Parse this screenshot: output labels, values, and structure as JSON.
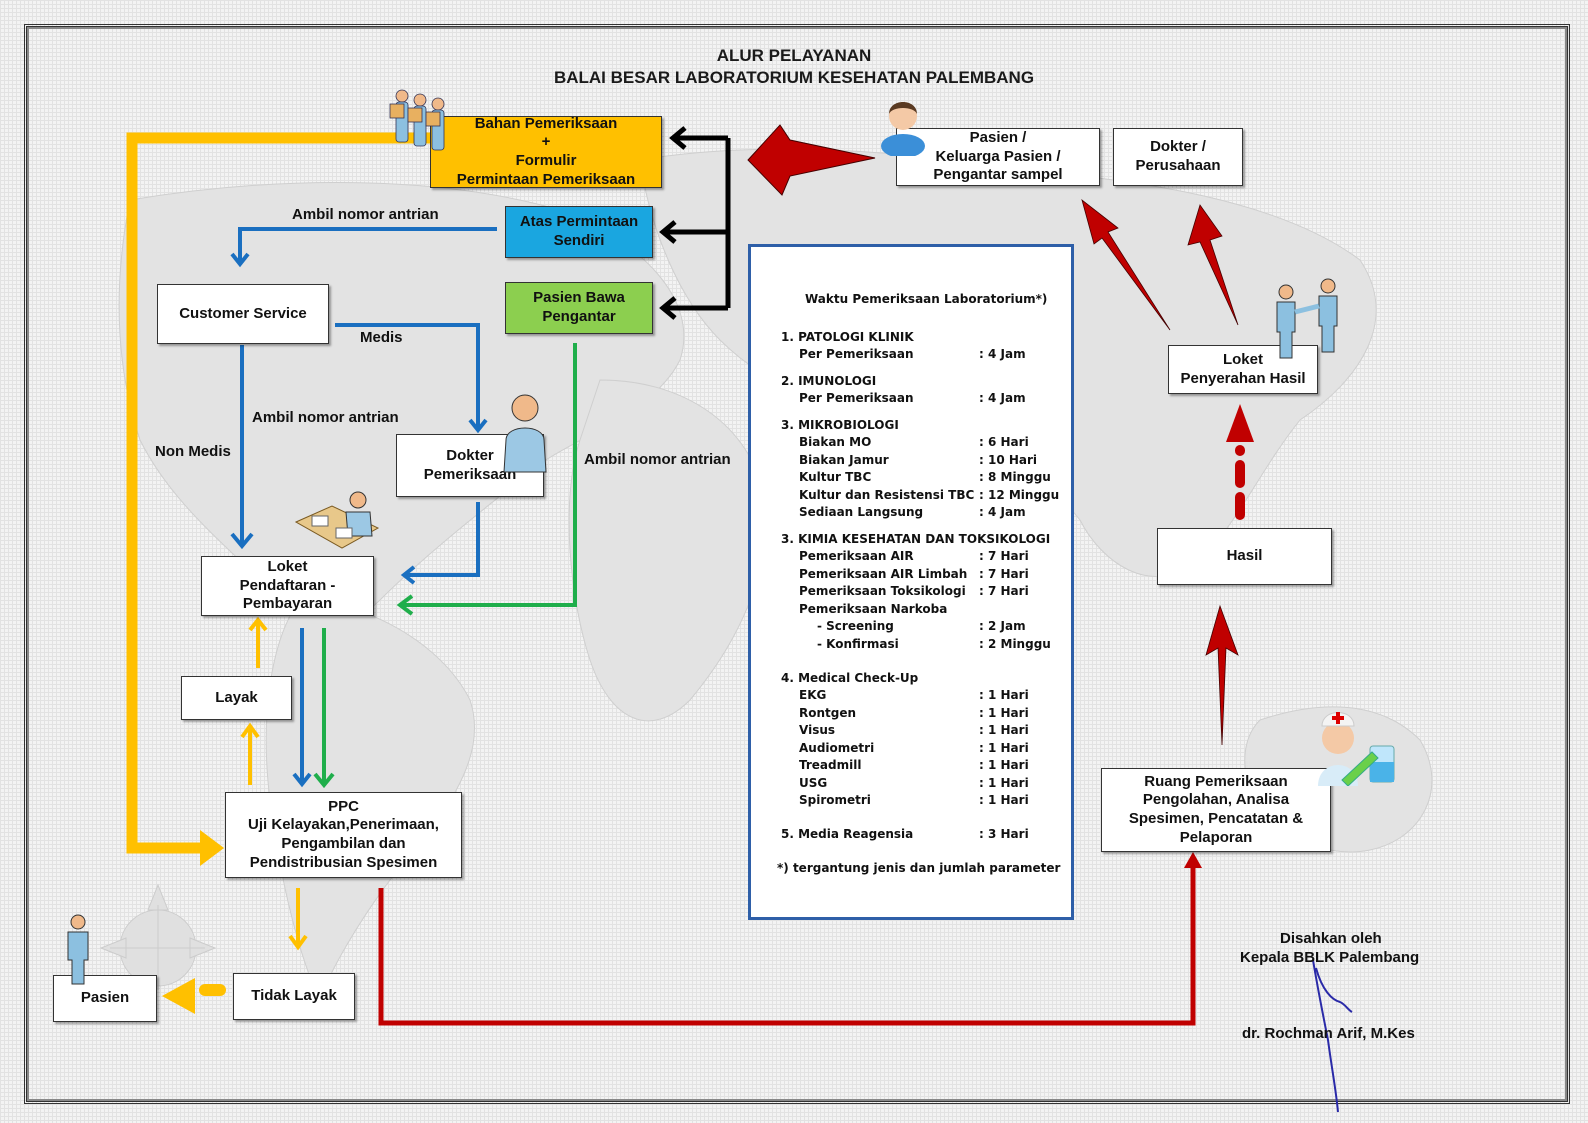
{
  "title": {
    "line1": "ALUR PELAYANAN",
    "line2": "BALAI BESAR LABORATORIUM KESEHATAN PALEMBANG"
  },
  "nodes": {
    "bahan": [
      "Bahan Pemeriksaan",
      "+",
      "Formulir",
      "Permintaan Pemeriksaan"
    ],
    "pasien_keluarga": [
      "Pasien /",
      "Keluarga Pasien /",
      "Pengantar sampel"
    ],
    "dokter_perusahaan": [
      "Dokter /",
      "Perusahaan"
    ],
    "atas_permintaan": [
      "Atas Permintaan",
      "Sendiri"
    ],
    "pasien_bawa": [
      "Pasien Bawa",
      "Pengantar"
    ],
    "customer_service": "Customer Service",
    "dokter_pemeriksaan": [
      "Dokter",
      "Pemeriksaan"
    ],
    "loket_pendaftaran": [
      "Loket",
      "Pendaftaran -",
      "Pembayaran"
    ],
    "layak": "Layak",
    "ppc": [
      "PPC",
      "Uji Kelayakan,Penerimaan,",
      "Pengambilan dan",
      "Pendistribusian Spesimen"
    ],
    "pasien": "Pasien",
    "tidak_layak": "Tidak Layak",
    "loket_penyerahan": [
      "Loket",
      "Penyerahan Hasil"
    ],
    "hasil": "Hasil",
    "ruang_pemeriksaan": [
      "Ruang Pemeriksaan",
      "Pengolahan, Analisa",
      "Spesimen, Pencatatan &",
      "Pelaporan"
    ]
  },
  "edge_labels": {
    "ambil_top": "Ambil nomor antrian",
    "medis": "Medis",
    "ambil_mid": "Ambil nomor antrian",
    "non_medis": "Non Medis",
    "ambil_right": "Ambil nomor antrian"
  },
  "panel": {
    "heading": "Waktu Pemeriksaan Laboratorium*)",
    "sections": [
      {
        "title": "1.  PATOLOGI KLINIK",
        "items": [
          {
            "name": "Per Pemeriksaan",
            "time": ": 4 Jam"
          }
        ]
      },
      {
        "title": "2.  IMUNOLOGI",
        "items": [
          {
            "name": "Per Pemeriksaan",
            "time": ": 4 Jam"
          }
        ]
      },
      {
        "title": "3.  MIKROBIOLOGI",
        "items": [
          {
            "name": "Biakan MO",
            "time": ": 6 Hari"
          },
          {
            "name": "Biakan Jamur",
            "time": ": 10 Hari"
          },
          {
            "name": "Kultur TBC",
            "time": ": 8 Minggu"
          },
          {
            "name": "Kultur dan Resistensi TBC",
            "time": ": 12 Minggu"
          },
          {
            "name": "Sediaan Langsung",
            "time": ": 4 Jam"
          }
        ]
      },
      {
        "title": "3.  KIMIA KESEHATAN DAN TOKSIKOLOGI",
        "items": [
          {
            "name": "Pemeriksaan AIR",
            "time": ": 7 Hari"
          },
          {
            "name": "Pemeriksaan AIR Limbah",
            "time": ": 7 Hari"
          },
          {
            "name": "Pemeriksaan Toksikologi",
            "time": ": 7 Hari"
          },
          {
            "name": "Pemeriksaan Narkoba",
            "time": ""
          },
          {
            "name": "   - Screening",
            "time": ": 2 Jam"
          },
          {
            "name": "   - Konfirmasi",
            "time": ": 2 Minggu"
          }
        ]
      },
      {
        "title": "4.  Medical Check-Up",
        "items": [
          {
            "name": "EKG",
            "time": ": 1 Hari"
          },
          {
            "name": "Rontgen",
            "time": ": 1 Hari"
          },
          {
            "name": "Visus",
            "time": ": 1 Hari"
          },
          {
            "name": "Audiometri",
            "time": ": 1 Hari"
          },
          {
            "name": "Treadmill",
            "time": ": 1 Hari"
          },
          {
            "name": "USG",
            "time": ": 1 Hari"
          },
          {
            "name": "Spirometri",
            "time": ": 1 Hari"
          }
        ]
      },
      {
        "title": "5. Media Reagensia",
        "time": ": 3 Hari",
        "items": []
      }
    ],
    "footnote": "*) tergantung jenis dan jumlah parameter"
  },
  "approval": {
    "line1": "Disahkan oleh",
    "line2": "Kepala BBLK Palembang",
    "name": "dr. Rochman Arif, M.Kes"
  },
  "colors": {
    "orange": "#ffc000",
    "blue": "#1a6fc0",
    "green": "#1fae4b",
    "red": "#c00000",
    "black": "#000000",
    "panel_border": "#2e5fa8"
  }
}
